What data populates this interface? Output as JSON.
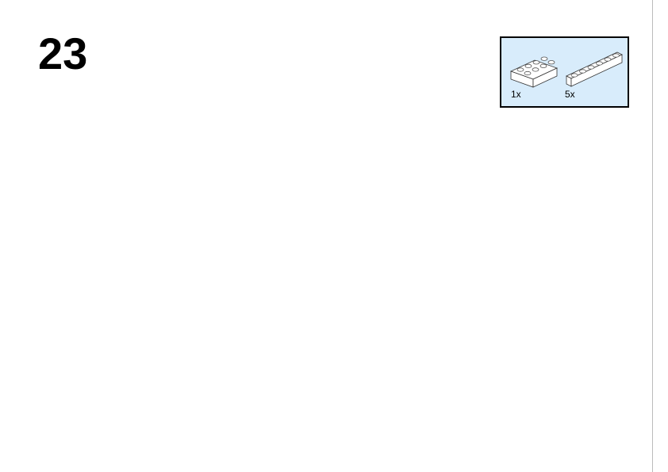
{
  "step": {
    "number": "23"
  },
  "parts_callout": {
    "items": [
      {
        "part": "brick-2x4",
        "quantity": "1x"
      },
      {
        "part": "brick-1x6",
        "quantity": "5x"
      }
    ]
  },
  "colors": {
    "accent": "#c00000",
    "callout_bg": "#d8ecfb",
    "window_glass": "#c8c8c8"
  }
}
